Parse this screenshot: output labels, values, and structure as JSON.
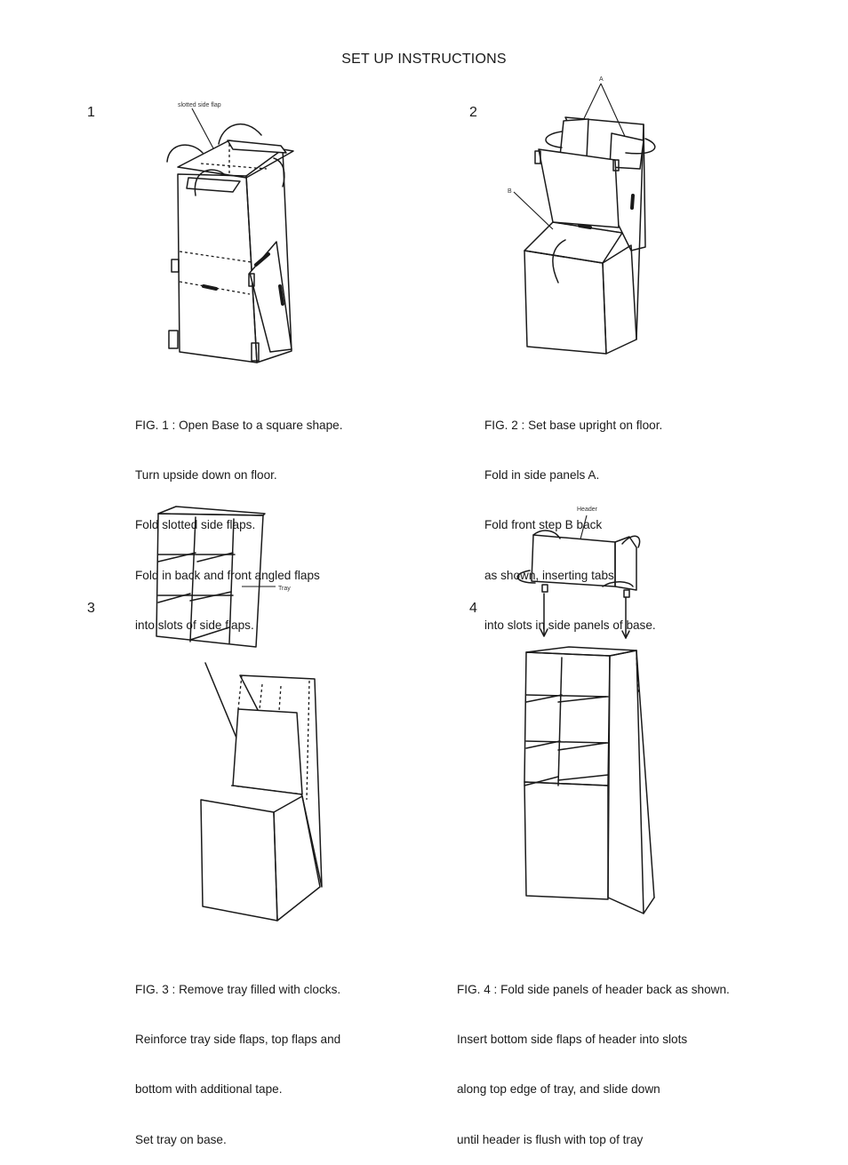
{
  "title": "SET UP INSTRUCTIONS",
  "steps": [
    {
      "number": "1",
      "caption": [
        "FIG. 1 : Open Base to a square shape.",
        "Turn upside down on floor.",
        "Fold slotted side flaps.",
        "Fold in back and front angled flaps",
        "into slots of side flaps."
      ],
      "labels": [
        "slotted side flap"
      ]
    },
    {
      "number": "2",
      "caption": [
        "FIG. 2 : Set base upright on floor.",
        "Fold in side panels A.",
        "Fold front step B back",
        "as shown, inserting tabs",
        "into slots in side panels of base."
      ],
      "labels": [
        "A",
        "B"
      ]
    },
    {
      "number": "3",
      "caption": [
        "FIG. 3 : Remove tray filled with clocks.",
        "Reinforce tray side flaps, top flaps and",
        "bottom with additional tape.",
        "Set tray on base."
      ],
      "labels": [
        "Tray"
      ]
    },
    {
      "number": "4",
      "caption": [
        "FIG. 4 : Fold side panels of header back as shown.",
        "Insert bottom side flaps of header into slots",
        "along top edge of tray, and slide down",
        "until header is flush with top of tray"
      ],
      "labels": [
        "Header"
      ]
    }
  ]
}
